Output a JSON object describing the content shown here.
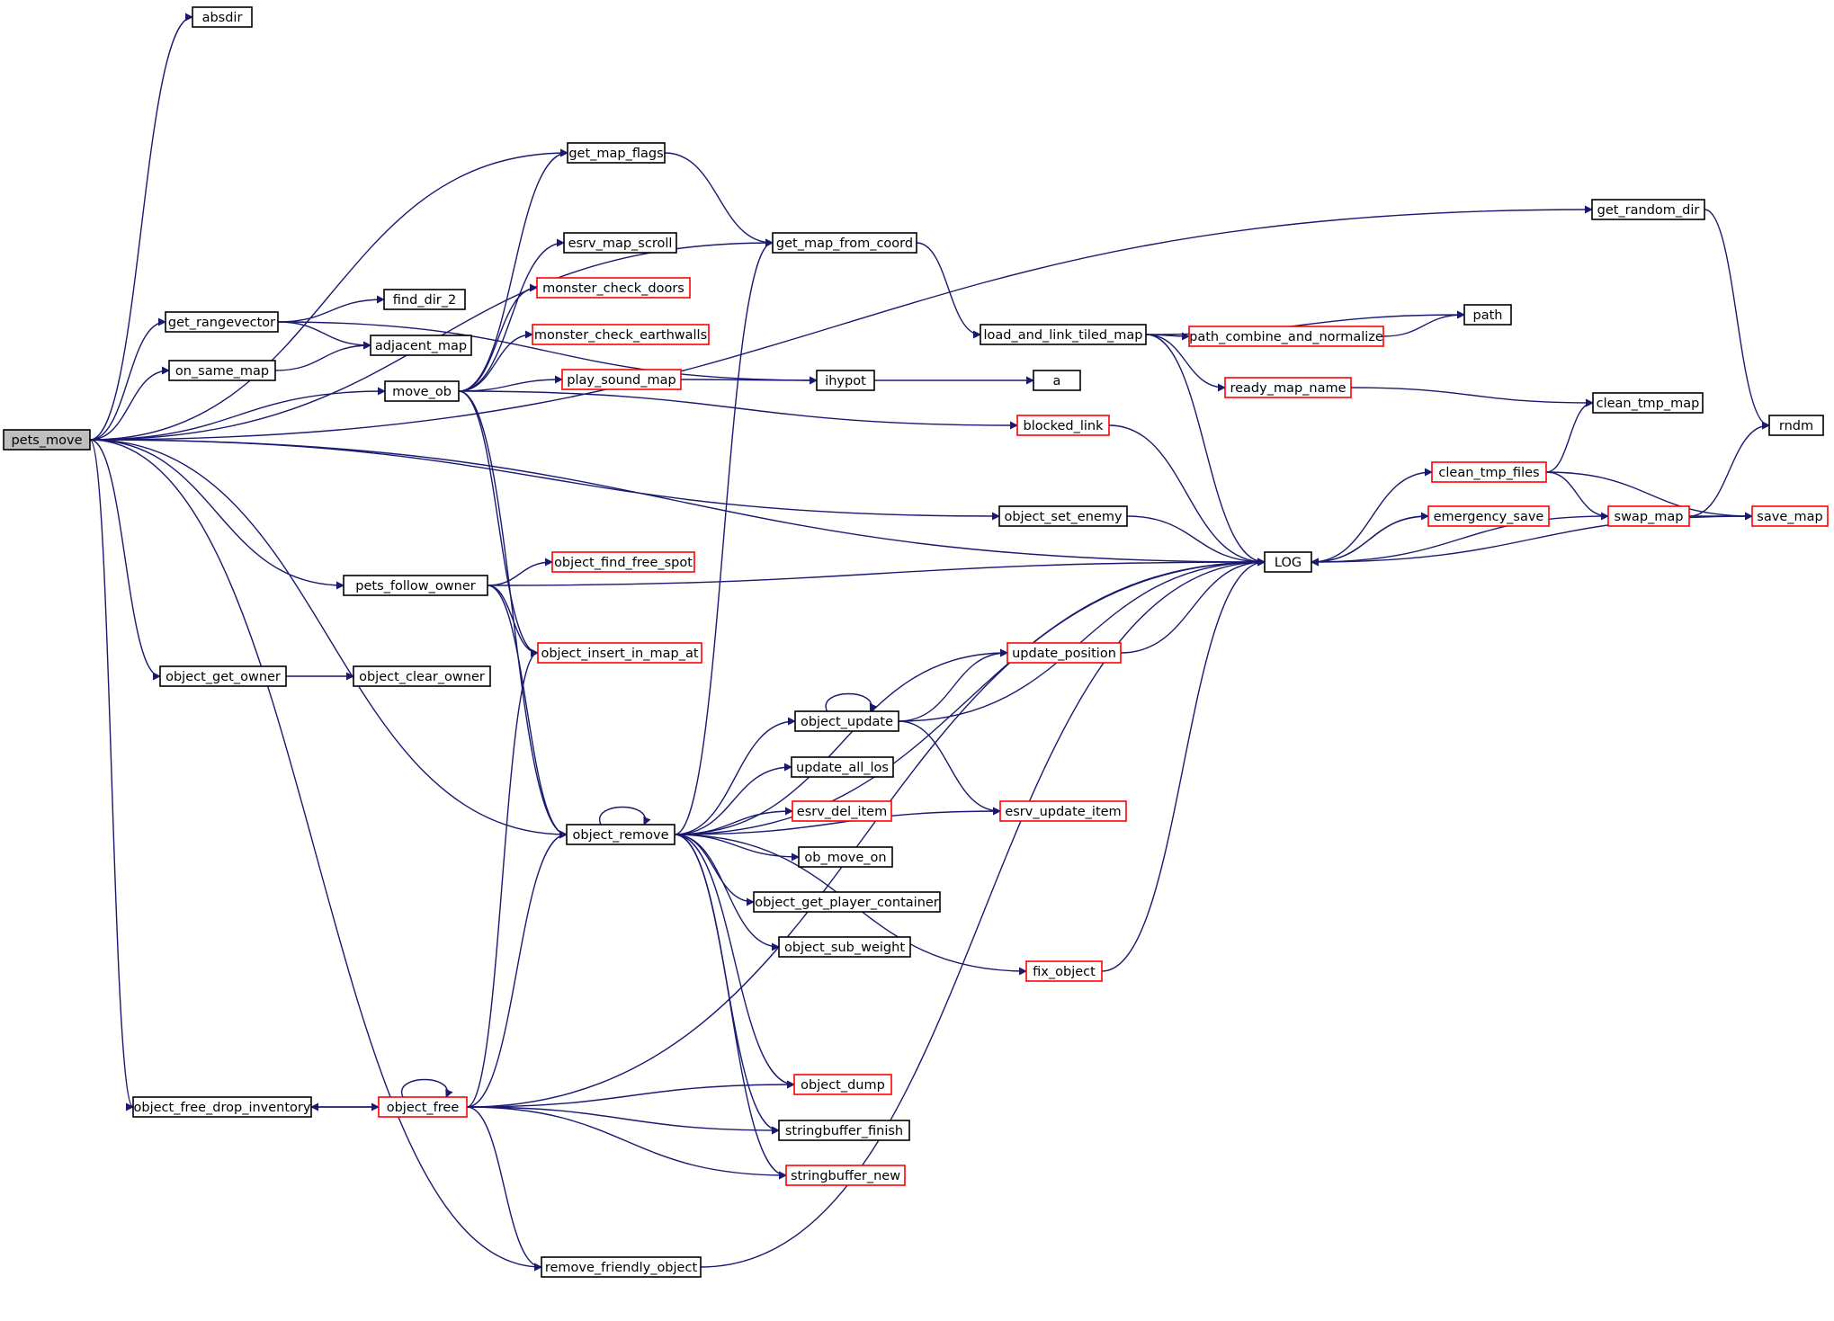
{
  "colors": {
    "edge": "#191970",
    "node_border_default": "#000000",
    "node_border_incomplete": "#ff0000",
    "root_fill": "#bfbfbf",
    "node_fill": "#ffffff"
  },
  "nodes": [
    {
      "id": "pets_move",
      "label": "pets_move",
      "root": true
    },
    {
      "id": "absdir",
      "label": "absdir"
    },
    {
      "id": "get_map_flags",
      "label": "get_map_flags"
    },
    {
      "id": "get_random_dir",
      "label": "get_random_dir"
    },
    {
      "id": "get_map_from_coord",
      "label": "get_map_from_coord"
    },
    {
      "id": "esrv_map_scroll",
      "label": "esrv_map_scroll"
    },
    {
      "id": "monster_check_doors",
      "label": "monster_check_doors",
      "red": true
    },
    {
      "id": "get_rangevector",
      "label": "get_rangevector"
    },
    {
      "id": "find_dir_2",
      "label": "find_dir_2"
    },
    {
      "id": "path",
      "label": "path"
    },
    {
      "id": "monster_check_earthwalls",
      "label": "monster_check_earthwalls",
      "red": true
    },
    {
      "id": "load_and_link_tiled_map",
      "label": "load_and_link_tiled_map"
    },
    {
      "id": "path_combine_and_normalize",
      "label": "path_combine_and_normalize",
      "red": true
    },
    {
      "id": "adjacent_map",
      "label": "adjacent_map"
    },
    {
      "id": "on_same_map",
      "label": "on_same_map"
    },
    {
      "id": "play_sound_map",
      "label": "play_sound_map",
      "red": true
    },
    {
      "id": "ihypot",
      "label": "ihypot"
    },
    {
      "id": "a",
      "label": "a"
    },
    {
      "id": "move_ob",
      "label": "move_ob"
    },
    {
      "id": "ready_map_name",
      "label": "ready_map_name",
      "red": true
    },
    {
      "id": "clean_tmp_map",
      "label": "clean_tmp_map"
    },
    {
      "id": "rndm",
      "label": "rndm"
    },
    {
      "id": "blocked_link",
      "label": "blocked_link",
      "red": true
    },
    {
      "id": "clean_tmp_files",
      "label": "clean_tmp_files",
      "red": true
    },
    {
      "id": "object_set_enemy",
      "label": "object_set_enemy"
    },
    {
      "id": "emergency_save",
      "label": "emergency_save",
      "red": true
    },
    {
      "id": "swap_map",
      "label": "swap_map",
      "red": true
    },
    {
      "id": "save_map",
      "label": "save_map",
      "red": true
    },
    {
      "id": "object_find_free_spot",
      "label": "object_find_free_spot",
      "red": true
    },
    {
      "id": "LOG",
      "label": "LOG"
    },
    {
      "id": "pets_follow_owner",
      "label": "pets_follow_owner"
    },
    {
      "id": "object_insert_in_map_at",
      "label": "object_insert_in_map_at",
      "red": true
    },
    {
      "id": "update_position",
      "label": "update_position",
      "red": true
    },
    {
      "id": "object_get_owner",
      "label": "object_get_owner"
    },
    {
      "id": "object_clear_owner",
      "label": "object_clear_owner"
    },
    {
      "id": "object_update",
      "label": "object_update"
    },
    {
      "id": "update_all_los",
      "label": "update_all_los"
    },
    {
      "id": "esrv_del_item",
      "label": "esrv_del_item",
      "red": true
    },
    {
      "id": "esrv_update_item",
      "label": "esrv_update_item",
      "red": true
    },
    {
      "id": "object_remove",
      "label": "object_remove"
    },
    {
      "id": "ob_move_on",
      "label": "ob_move_on"
    },
    {
      "id": "object_get_player_container",
      "label": "object_get_player_container"
    },
    {
      "id": "object_sub_weight",
      "label": "object_sub_weight"
    },
    {
      "id": "fix_object",
      "label": "fix_object",
      "red": true
    },
    {
      "id": "object_dump",
      "label": "object_dump",
      "red": true
    },
    {
      "id": "object_free_drop_inventory",
      "label": "object_free_drop_inventory"
    },
    {
      "id": "object_free",
      "label": "object_free",
      "red": true
    },
    {
      "id": "stringbuffer_finish",
      "label": "stringbuffer_finish"
    },
    {
      "id": "stringbuffer_new",
      "label": "stringbuffer_new",
      "red": true
    },
    {
      "id": "remove_friendly_object",
      "label": "remove_friendly_object"
    }
  ],
  "edges": [
    [
      "pets_move",
      "absdir"
    ],
    [
      "pets_move",
      "get_map_flags"
    ],
    [
      "pets_move",
      "get_map_from_coord"
    ],
    [
      "pets_move",
      "get_random_dir"
    ],
    [
      "pets_move",
      "get_rangevector"
    ],
    [
      "pets_move",
      "on_same_map"
    ],
    [
      "pets_move",
      "move_ob"
    ],
    [
      "pets_move",
      "LOG"
    ],
    [
      "pets_move",
      "object_set_enemy"
    ],
    [
      "pets_move",
      "pets_follow_owner"
    ],
    [
      "pets_move",
      "object_get_owner"
    ],
    [
      "pets_move",
      "object_remove"
    ],
    [
      "pets_move",
      "object_free_drop_inventory"
    ],
    [
      "pets_move",
      "remove_friendly_object"
    ],
    [
      "get_map_flags",
      "get_map_from_coord"
    ],
    [
      "get_random_dir",
      "rndm"
    ],
    [
      "get_map_from_coord",
      "load_and_link_tiled_map"
    ],
    [
      "get_rangevector",
      "find_dir_2"
    ],
    [
      "get_rangevector",
      "adjacent_map"
    ],
    [
      "get_rangevector",
      "ihypot"
    ],
    [
      "on_same_map",
      "adjacent_map"
    ],
    [
      "move_ob",
      "get_map_flags"
    ],
    [
      "move_ob",
      "esrv_map_scroll"
    ],
    [
      "move_ob",
      "monster_check_doors"
    ],
    [
      "move_ob",
      "monster_check_earthwalls"
    ],
    [
      "move_ob",
      "play_sound_map"
    ],
    [
      "move_ob",
      "blocked_link"
    ],
    [
      "move_ob",
      "object_insert_in_map_at"
    ],
    [
      "move_ob",
      "object_remove"
    ],
    [
      "load_and_link_tiled_map",
      "path"
    ],
    [
      "load_and_link_tiled_map",
      "path_combine_and_normalize"
    ],
    [
      "load_and_link_tiled_map",
      "ready_map_name"
    ],
    [
      "load_and_link_tiled_map",
      "LOG"
    ],
    [
      "path_combine_and_normalize",
      "path"
    ],
    [
      "play_sound_map",
      "ihypot"
    ],
    [
      "ihypot",
      "a"
    ],
    [
      "ready_map_name",
      "clean_tmp_map"
    ],
    [
      "blocked_link",
      "LOG"
    ],
    [
      "clean_tmp_files",
      "clean_tmp_map"
    ],
    [
      "clean_tmp_files",
      "swap_map"
    ],
    [
      "clean_tmp_files",
      "save_map"
    ],
    [
      "object_set_enemy",
      "LOG"
    ],
    [
      "emergency_save",
      "LOG"
    ],
    [
      "swap_map",
      "rndm"
    ],
    [
      "swap_map",
      "save_map"
    ],
    [
      "swap_map",
      "LOG"
    ],
    [
      "save_map",
      "LOG"
    ],
    [
      "LOG",
      "clean_tmp_files"
    ],
    [
      "LOG",
      "emergency_save"
    ],
    [
      "pets_follow_owner",
      "object_find_free_spot"
    ],
    [
      "pets_follow_owner",
      "LOG"
    ],
    [
      "pets_follow_owner",
      "object_insert_in_map_at"
    ],
    [
      "pets_follow_owner",
      "object_remove"
    ],
    [
      "update_position",
      "LOG"
    ],
    [
      "object_get_owner",
      "object_clear_owner"
    ],
    [
      "object_update",
      "update_position"
    ],
    [
      "object_update",
      "LOG"
    ],
    [
      "object_update",
      "esrv_update_item"
    ],
    [
      "object_update",
      "object_update"
    ],
    [
      "object_remove",
      "LOG"
    ],
    [
      "object_remove",
      "get_map_from_coord"
    ],
    [
      "object_remove",
      "update_position"
    ],
    [
      "object_remove",
      "object_update"
    ],
    [
      "object_remove",
      "update_all_los"
    ],
    [
      "object_remove",
      "esrv_del_item"
    ],
    [
      "object_remove",
      "ob_move_on"
    ],
    [
      "object_remove",
      "object_get_player_container"
    ],
    [
      "object_remove",
      "object_sub_weight"
    ],
    [
      "object_remove",
      "esrv_update_item"
    ],
    [
      "object_remove",
      "fix_object"
    ],
    [
      "object_remove",
      "object_dump"
    ],
    [
      "object_remove",
      "stringbuffer_finish"
    ],
    [
      "object_remove",
      "stringbuffer_new"
    ],
    [
      "object_remove",
      "object_remove"
    ],
    [
      "fix_object",
      "LOG"
    ],
    [
      "object_free_drop_inventory",
      "object_free"
    ],
    [
      "object_free",
      "object_free_drop_inventory"
    ],
    [
      "object_free",
      "object_insert_in_map_at"
    ],
    [
      "object_free",
      "object_remove"
    ],
    [
      "object_free",
      "object_dump"
    ],
    [
      "object_free",
      "stringbuffer_finish"
    ],
    [
      "object_free",
      "stringbuffer_new"
    ],
    [
      "object_free",
      "LOG"
    ],
    [
      "object_free",
      "remove_friendly_object"
    ],
    [
      "object_free",
      "object_free"
    ],
    [
      "remove_friendly_object",
      "LOG"
    ]
  ]
}
